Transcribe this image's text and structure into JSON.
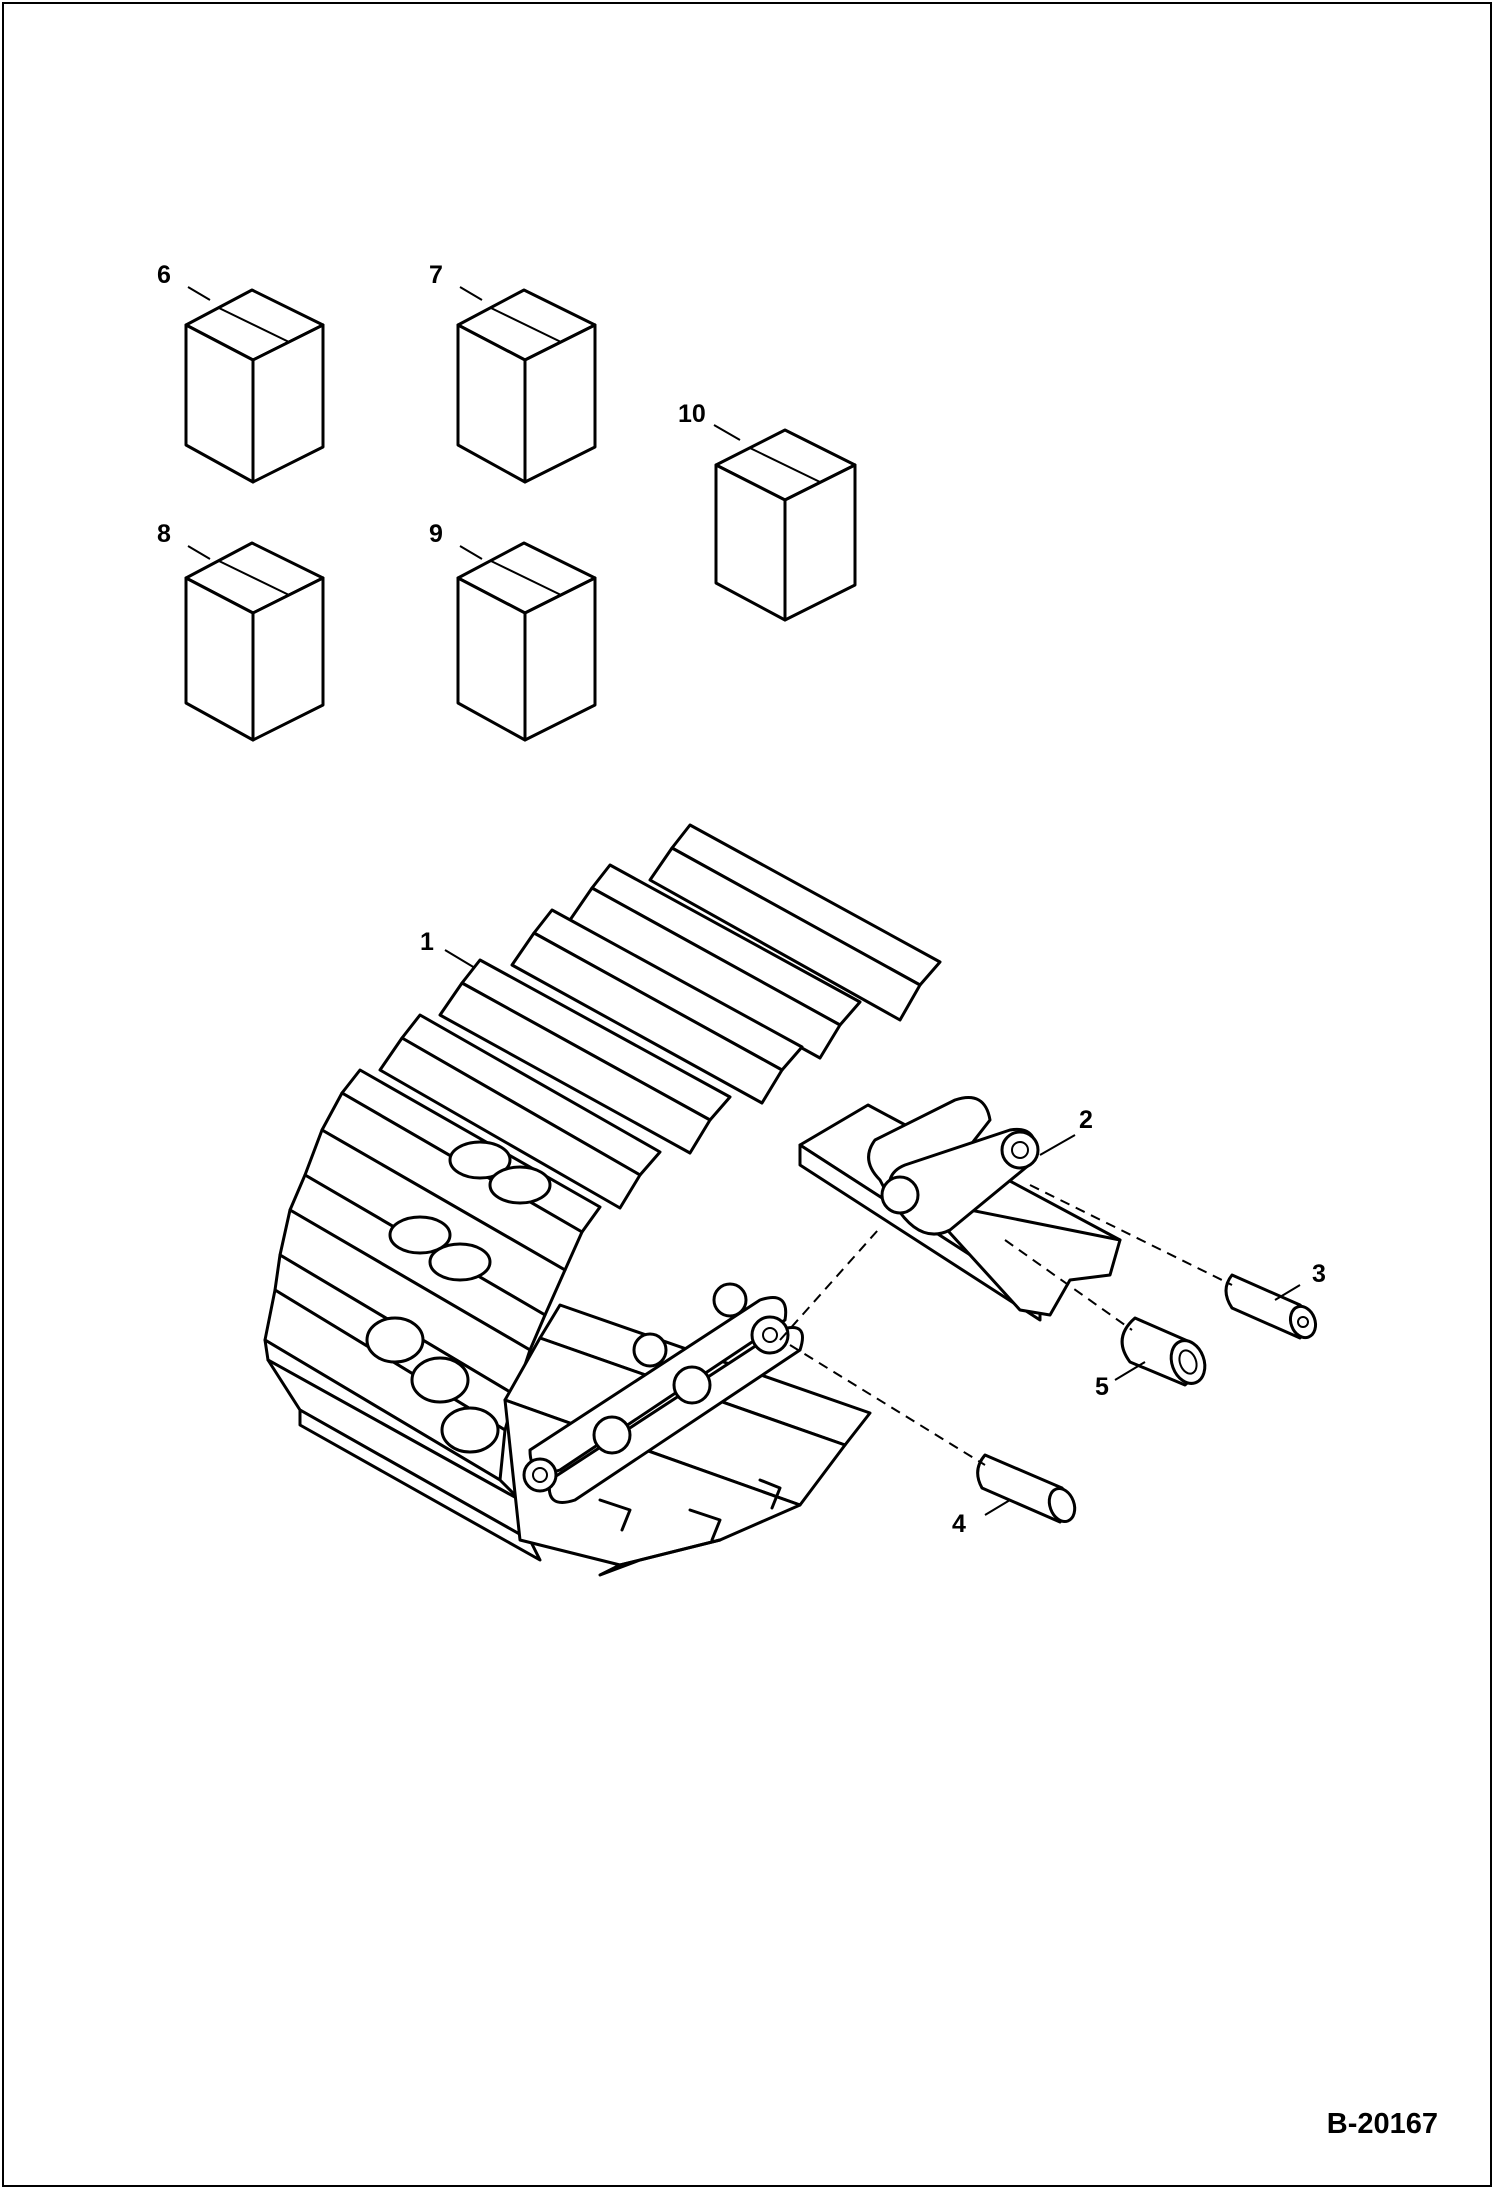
{
  "figure_id": "B-20167",
  "callouts": {
    "c1": "1",
    "c2": "2",
    "c3": "3",
    "c4": "4",
    "c5": "5",
    "c6": "6",
    "c7": "7",
    "c8": "8",
    "c9": "9",
    "c10": "10"
  },
  "parts": [
    "steel-track-assembly",
    "track-shoe",
    "master-pin",
    "pin",
    "bushing",
    "kit-box",
    "kit-box",
    "kit-box",
    "kit-box",
    "kit-box"
  ]
}
